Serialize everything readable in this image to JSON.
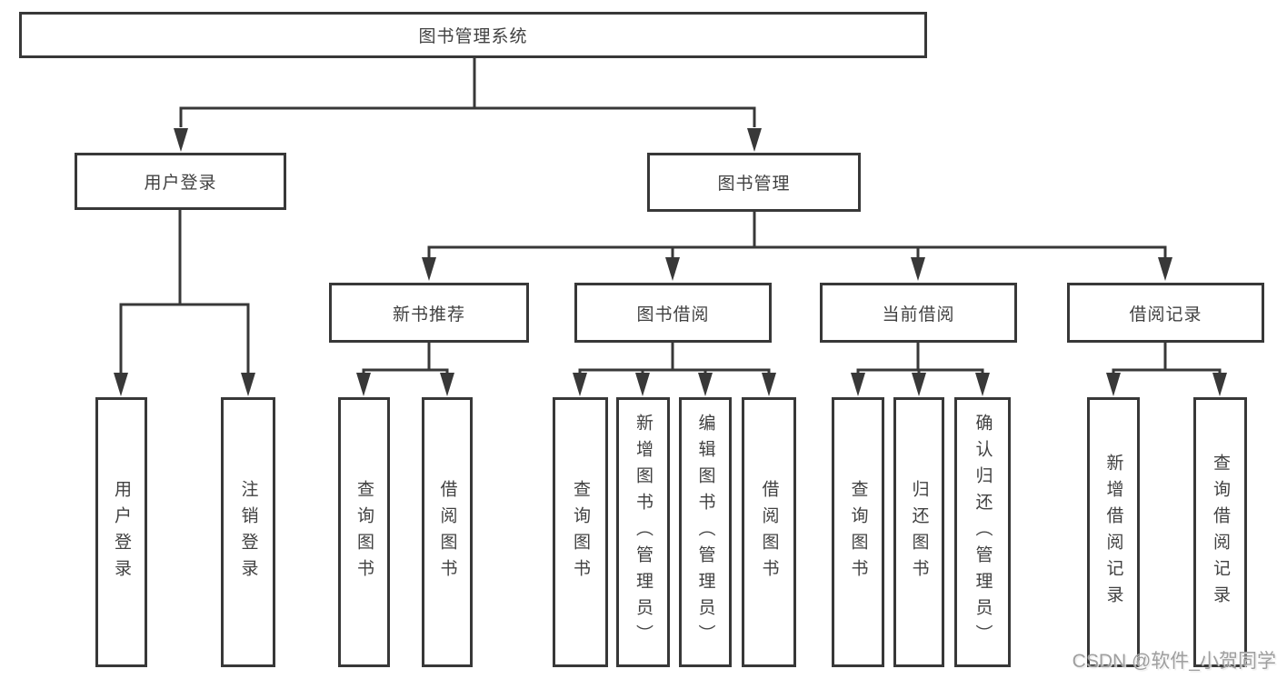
{
  "tree": {
    "root": {
      "label": "图书管理系统"
    },
    "branches": [
      {
        "label": "用户登录",
        "children": [
          {
            "label": "用户登录"
          },
          {
            "label": "注销登录"
          }
        ]
      },
      {
        "label": "图书管理",
        "children": [
          {
            "label": "新书推荐",
            "children": [
              {
                "label": "查询图书"
              },
              {
                "label": "借阅图书"
              }
            ]
          },
          {
            "label": "图书借阅",
            "children": [
              {
                "label": "查询图书"
              },
              {
                "label": "新增图书（管理员）"
              },
              {
                "label": "编辑图书（管理员）"
              },
              {
                "label": "借阅图书"
              }
            ]
          },
          {
            "label": "当前借阅",
            "children": [
              {
                "label": "查询图书"
              },
              {
                "label": "归还图书"
              },
              {
                "label": "确认归还（管理员）"
              }
            ]
          },
          {
            "label": "借阅记录",
            "children": [
              {
                "label": "新增借阅记录"
              },
              {
                "label": "查询借阅记录"
              }
            ]
          }
        ]
      }
    ]
  },
  "watermark": "CSDN @软件_小贺同学",
  "colors": {
    "line": "#383838",
    "text": "#414141",
    "background": "#ffffff",
    "watermark": "#9f9f9f"
  }
}
